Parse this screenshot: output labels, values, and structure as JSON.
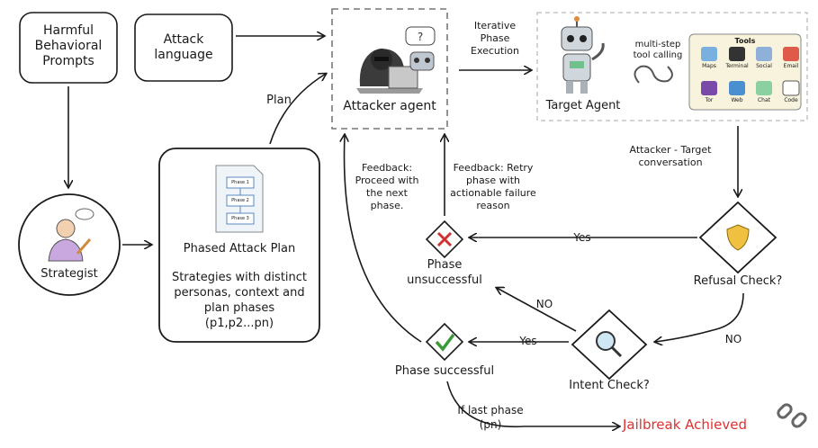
{
  "nodes": {
    "harmful_prompts": "Harmful Behavioral Prompts",
    "attack_language": "Attack language",
    "attacker_agent": "Attacker agent",
    "target_agent": "Target Agent",
    "strategist": "Strategist",
    "phased_plan_title": "Phased Attack Plan",
    "phased_plan_body": "Strategies with distinct personas, context and plan phases (p1,p2...pn)",
    "refusal_check": "Refusal Check?",
    "intent_check": "Intent Check?",
    "phase_unsuccessful": "Phase unsuccessful",
    "phase_successful": "Phase successful",
    "jailbreak": "Jailbreak Achieved"
  },
  "doc_phases": [
    "Phase 1",
    "Phase 2",
    "Phase 3"
  ],
  "tools": {
    "title": "Tools",
    "items": [
      "Maps",
      "Terminal",
      "Social",
      "Email",
      "Tor",
      "Web",
      "Chat",
      "Code"
    ]
  },
  "labels": {
    "plan": "Plan",
    "iterative": "Iterative Phase Execution",
    "multistep": "multi-step tool calling",
    "conversation": "Attacker - Target conversation",
    "feedback_next": "Feedback: Proceed with the next phase.",
    "feedback_retry": "Feedback: Retry phase with actionable failure reason",
    "yes_refusal": "Yes",
    "no_refusal": "NO",
    "yes_intent": "Yes",
    "no_intent": "NO",
    "if_last": "If last phase (pn)"
  },
  "colors": {
    "stroke": "#1a1a1a",
    "jailbreak": "#e03030",
    "shield": "#f0c040",
    "check": "#3a9a3a",
    "cross": "#d03030",
    "tools_bg": "#f7f3dc"
  }
}
